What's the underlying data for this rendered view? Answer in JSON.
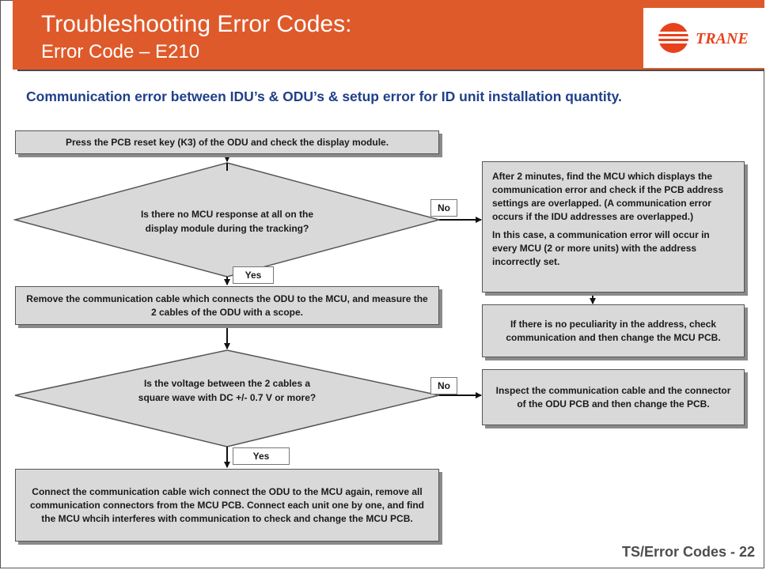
{
  "header": {
    "title": "Troubleshooting Error Codes:",
    "subtitle": "Error Code – E210",
    "logo_text": "TRANE",
    "background_color": "#de5a2b"
  },
  "subheading": "Communication error between IDU’s & ODU’s & setup error for ID unit installation quantity.",
  "flowchart": {
    "step1": "Press the PCB reset key (K3) of the ODU and check the display module.",
    "decision1": "Is there no MCU response at all on the display module during the tracking?",
    "decision1_no": "No",
    "decision1_yes": "Yes",
    "right1_para1": "After 2 minutes, find the MCU which displays the communication error and check if the PCB address settings are overlapped.  (A communication error occurs if the IDU addresses are overlapped.)",
    "right1_para2": "In this case, a communication error will occur in every MCU (2 or more units) with the address incorrectly set.",
    "right2": "If there is no peculiarity in the address, check communication and then change the MCU PCB.",
    "step2": "Remove the communication cable which connects the ODU to the MCU, and measure the 2 cables of the ODU with a scope.",
    "decision2": "Is the voltage between the 2 cables a square wave with DC   +/- 0.7 V or more?",
    "decision2_no": "No",
    "decision2_yes": "Yes",
    "right3": "Inspect the communication cable and the connector of the ODU PCB and then change the PCB.",
    "step3": "Connect the communication cable wich connect the ODU to the MCU again, remove all communication connectors from the MCU PCB.  Connect each unit one by one, and find the MCU whcih interferes with communication to check and change the MCU PCB."
  },
  "footer": "TS/Error Codes - 22"
}
